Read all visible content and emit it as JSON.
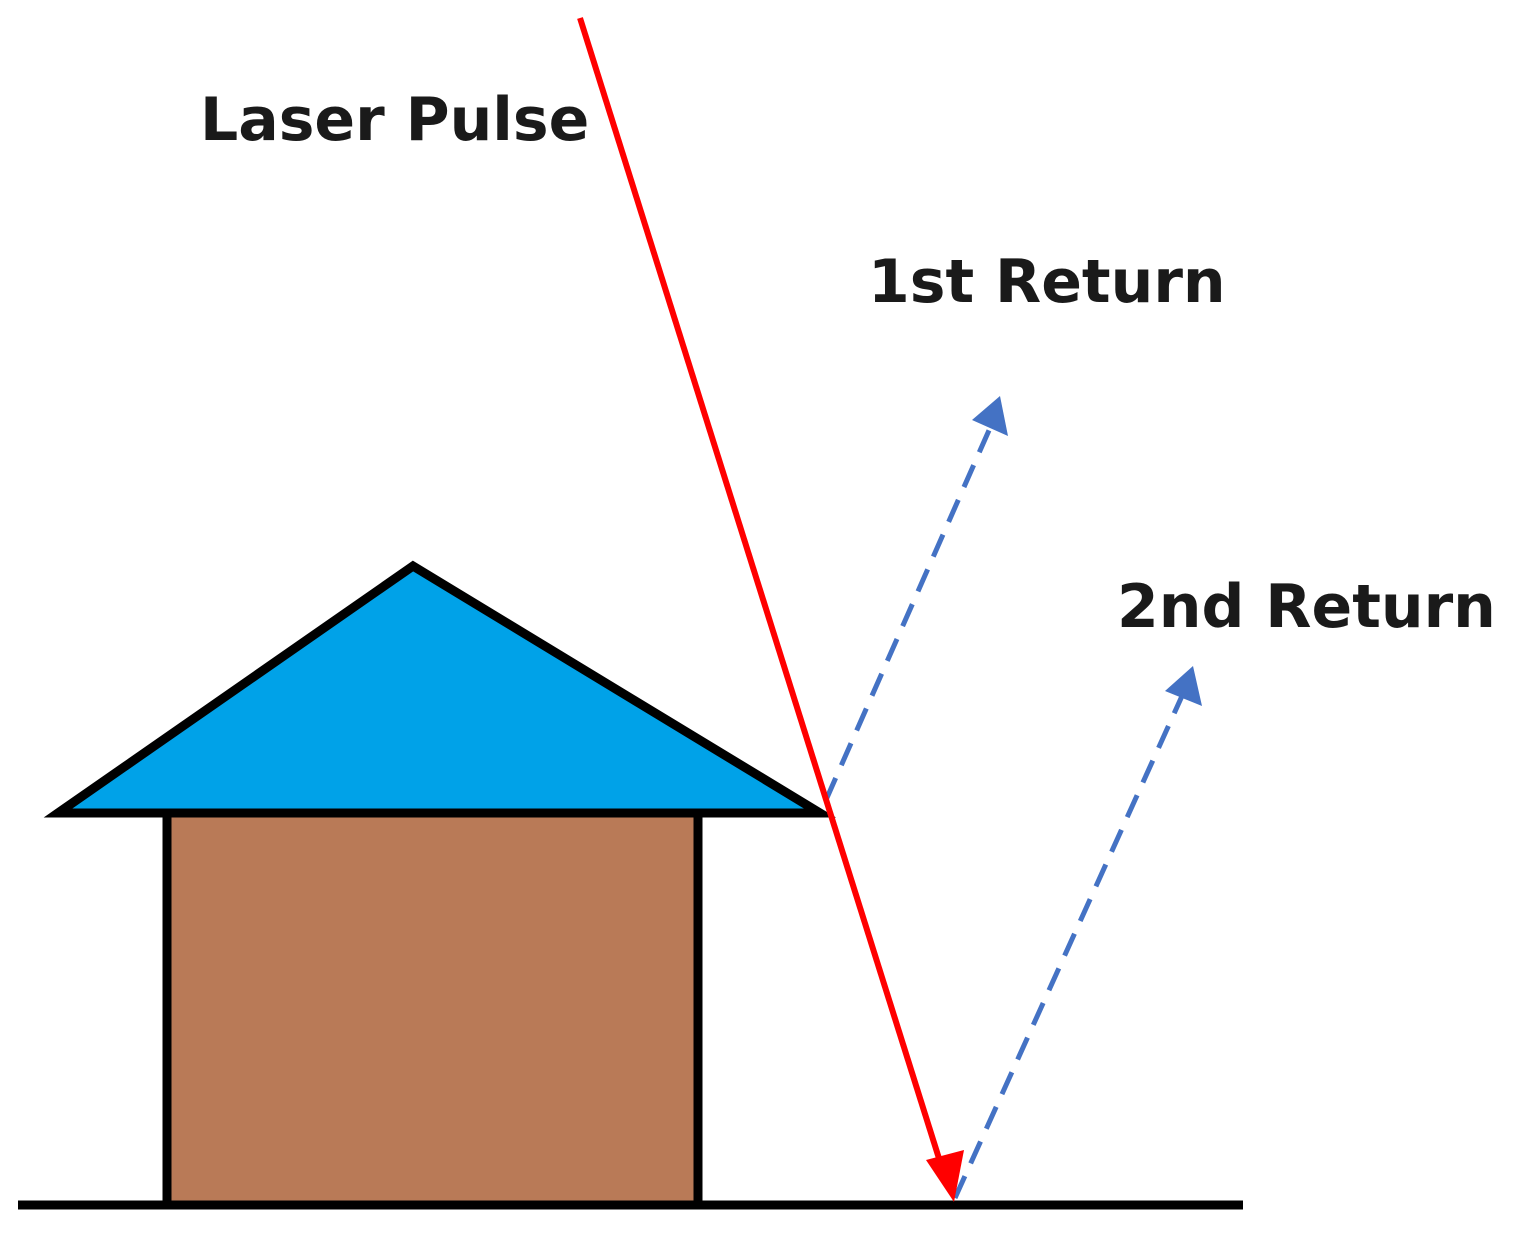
{
  "labels": {
    "laser_pulse": "Laser Pulse",
    "first_return": "1st Return",
    "second_return": "2nd Return"
  },
  "colors": {
    "background": "#ffffff",
    "roof_fill": "#00a2e8",
    "wall_fill": "#b97a57",
    "outline": "#000000",
    "laser_pulse": "#ff0000",
    "return_arrows": "#4472c4"
  }
}
